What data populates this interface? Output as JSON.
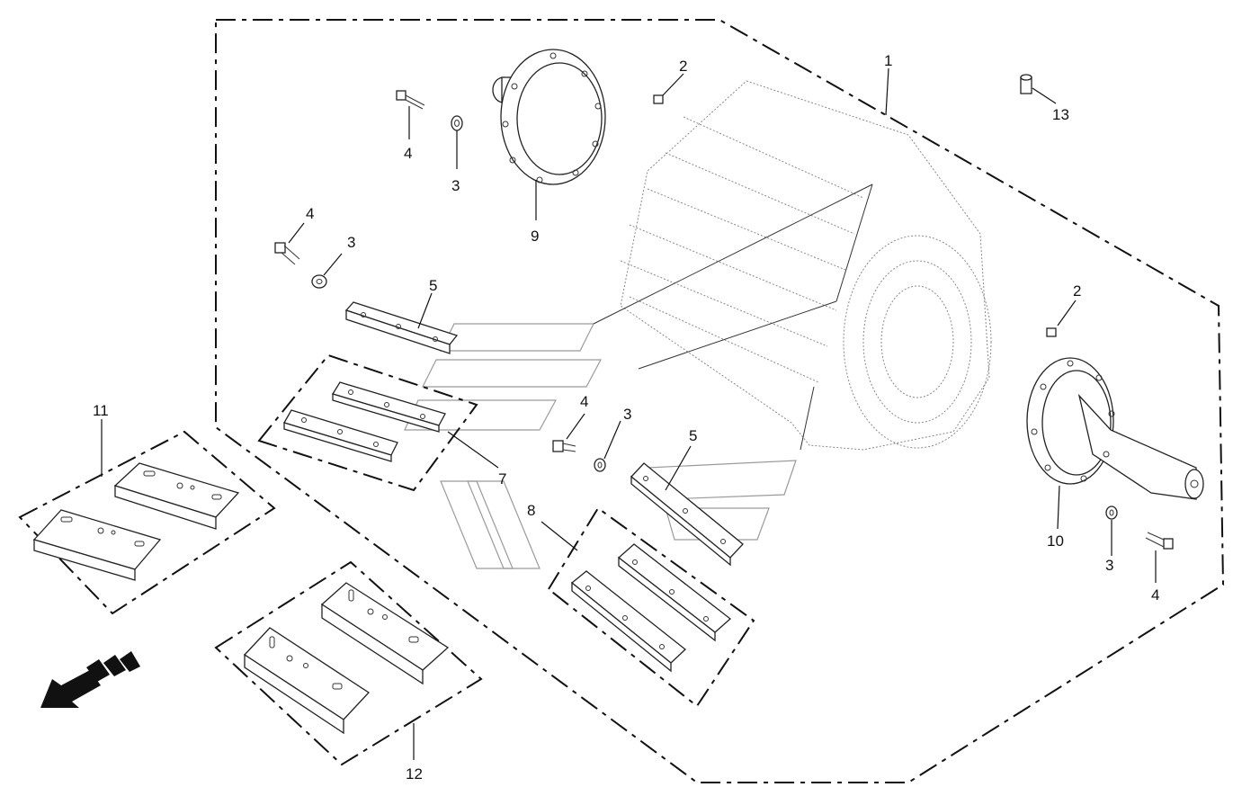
{
  "diagram": {
    "callouts": [
      {
        "id": "c1",
        "text": "1"
      },
      {
        "id": "c2a",
        "text": "2"
      },
      {
        "id": "c2b",
        "text": "2"
      },
      {
        "id": "c3a",
        "text": "3"
      },
      {
        "id": "c3b",
        "text": "3"
      },
      {
        "id": "c3c",
        "text": "3"
      },
      {
        "id": "c3d",
        "text": "3"
      },
      {
        "id": "c4a",
        "text": "4"
      },
      {
        "id": "c4b",
        "text": "4"
      },
      {
        "id": "c4c",
        "text": "4"
      },
      {
        "id": "c4d",
        "text": "4"
      },
      {
        "id": "c5a",
        "text": "5"
      },
      {
        "id": "c5b",
        "text": "5"
      },
      {
        "id": "c7",
        "text": "7"
      },
      {
        "id": "c8",
        "text": "8"
      },
      {
        "id": "c9",
        "text": "9"
      },
      {
        "id": "c10",
        "text": "10"
      },
      {
        "id": "c11",
        "text": "11"
      },
      {
        "id": "c12",
        "text": "12"
      },
      {
        "id": "c13",
        "text": "13"
      }
    ]
  }
}
